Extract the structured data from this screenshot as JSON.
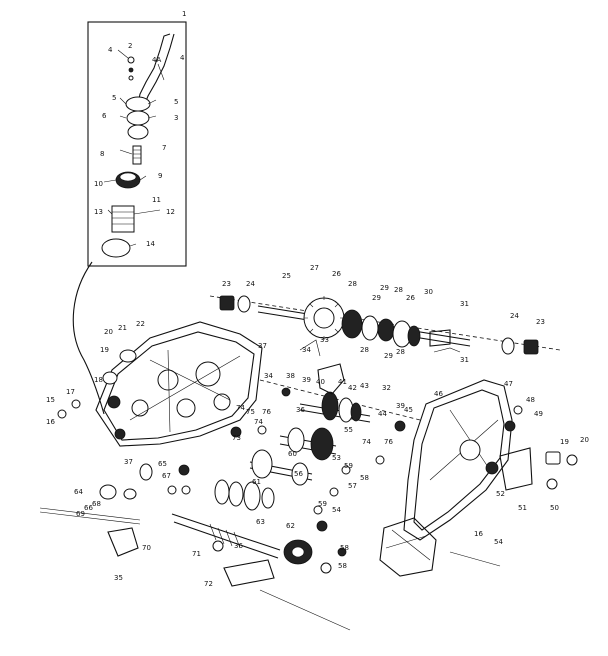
{
  "inset": {
    "title_callout": "1",
    "callouts": [
      "2",
      "4",
      "4A",
      "4",
      "5",
      "5",
      "6",
      "3",
      "7",
      "8",
      "9",
      "10",
      "11",
      "12",
      "13",
      "14"
    ]
  },
  "main": {
    "callouts": [
      "23",
      "24",
      "25",
      "27",
      "26",
      "28",
      "29",
      "28",
      "26",
      "30",
      "31",
      "24",
      "23",
      "29",
      "28",
      "29",
      "28",
      "31",
      "20",
      "21",
      "22",
      "19",
      "18",
      "17",
      "15",
      "16",
      "33",
      "34",
      "37",
      "35",
      "34",
      "38",
      "39",
      "40",
      "41",
      "42",
      "43",
      "46",
      "47",
      "48",
      "49",
      "32",
      "36",
      "39",
      "45",
      "74",
      "75",
      "76",
      "74",
      "73",
      "44",
      "55",
      "60",
      "74",
      "76",
      "53",
      "59",
      "58",
      "57",
      "50",
      "19",
      "20",
      "51",
      "52",
      "64",
      "65",
      "66",
      "67",
      "68",
      "69",
      "70",
      "71",
      "72",
      "61",
      "62",
      "63",
      "56",
      "59",
      "54",
      "58",
      "16",
      "54",
      "35",
      "36",
      "37",
      "58"
    ]
  }
}
